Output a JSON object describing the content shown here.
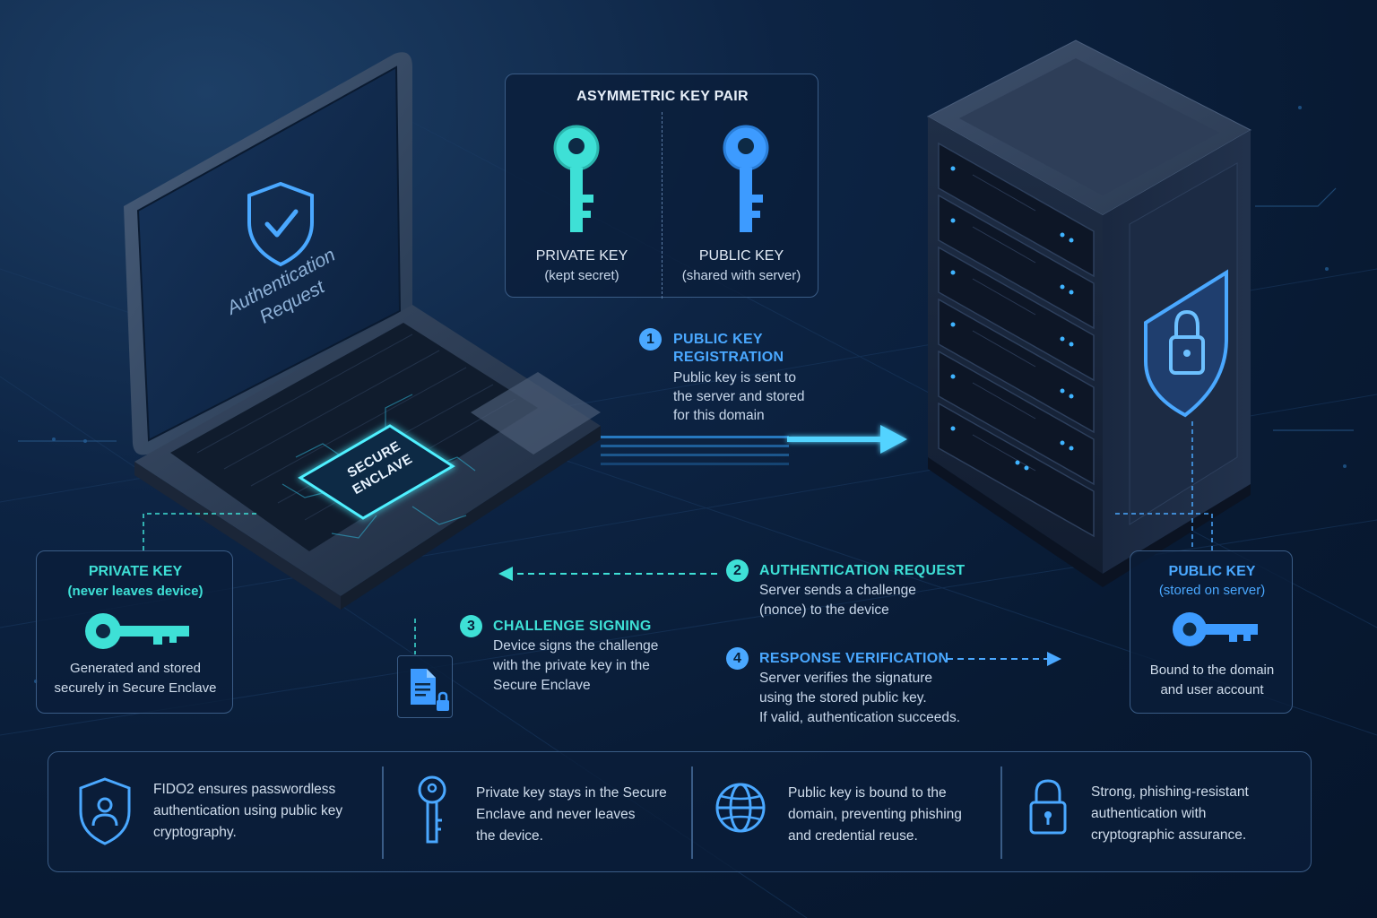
{
  "key_pair_box": {
    "title": "ASYMMETRIC KEY PAIR",
    "private_label": "PRIVATE KEY",
    "private_sub": "(kept secret)",
    "public_label": "PUBLIC KEY",
    "public_sub": "(shared with server)"
  },
  "laptop": {
    "screen_text_line1": "Authentication",
    "screen_text_line2": "Request",
    "chip_line1": "SECURE",
    "chip_line2": "ENCLAVE"
  },
  "private_key_box": {
    "title": "PRIVATE KEY",
    "subtitle": "(never leaves device)",
    "desc_line1": "Generated and stored",
    "desc_line2": "securely in Secure Enclave"
  },
  "public_key_box": {
    "title": "PUBLIC KEY",
    "subtitle": "(stored on server)",
    "desc_line1": "Bound to the domain",
    "desc_line2": "and user account"
  },
  "steps": [
    {
      "num": "1",
      "title_line1": "PUBLIC KEY",
      "title_line2": "REGISTRATION",
      "desc_line1": "Public key is sent to",
      "desc_line2": "the server and stored",
      "desc_line3": "for this domain"
    },
    {
      "num": "2",
      "title_line1": "AUTHENTICATION REQUEST",
      "desc_line1": "Server sends a challenge",
      "desc_line2": "(nonce) to the device"
    },
    {
      "num": "3",
      "title_line1": "CHALLENGE SIGNING",
      "desc_line1": "Device signs the challenge",
      "desc_line2": "with the private key in the",
      "desc_line3": "Secure Enclave"
    },
    {
      "num": "4",
      "title_line1": "RESPONSE VERIFICATION",
      "desc_line1": "Server verifies the signature",
      "desc_line2": "using the stored public key.",
      "desc_line3": "If valid, authentication succeeds."
    }
  ],
  "features": [
    {
      "icon": "shield-user-icon",
      "line1": "FIDO2 ensures passwordless",
      "line2": "authentication using public key",
      "line3": "cryptography."
    },
    {
      "icon": "key-icon",
      "line1": "Private key stays in the Secure",
      "line2": "Enclave and never leaves",
      "line3": "the device."
    },
    {
      "icon": "globe-icon",
      "line1": "Public key is bound to the",
      "line2": "domain, preventing phishing",
      "line3": "and credential reuse."
    },
    {
      "icon": "padlock-icon",
      "line1": "Strong, phishing-resistant",
      "line2": "authentication with",
      "line3": "cryptographic assurance."
    }
  ],
  "colors": {
    "accent_cyan": "#3ee0d6",
    "accent_blue": "#4aa8ff",
    "background": "#081a33",
    "panel_border": "#3a5c86"
  }
}
